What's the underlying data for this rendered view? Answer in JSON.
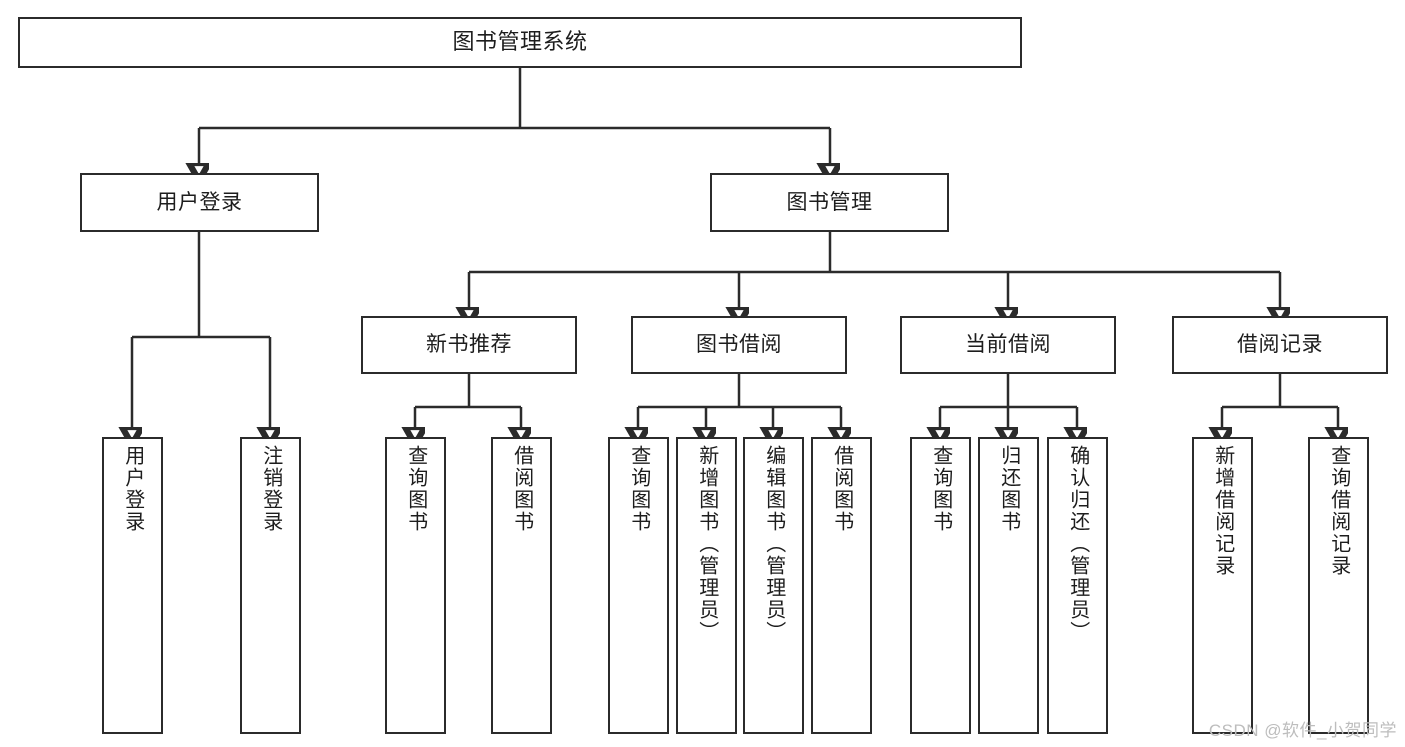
{
  "diagram": {
    "title": "图书管理系统",
    "type": "tree",
    "watermark": "CSDN @软件_小贺同学",
    "root": {
      "id": "root",
      "label": "图书管理系统"
    },
    "level1": [
      {
        "id": "user-login",
        "label": "用户登录"
      },
      {
        "id": "book-manage",
        "label": "图书管理"
      }
    ],
    "level2": [
      {
        "id": "new-book-recommend",
        "label": "新书推荐",
        "parent": "book-manage"
      },
      {
        "id": "book-borrow",
        "label": "图书借阅",
        "parent": "book-manage"
      },
      {
        "id": "current-borrow",
        "label": "当前借阅",
        "parent": "book-manage"
      },
      {
        "id": "borrow-record",
        "label": "借阅记录",
        "parent": "book-manage"
      }
    ],
    "leaves": [
      {
        "id": "leaf-user-login",
        "label": "用户登录",
        "parent": "user-login"
      },
      {
        "id": "leaf-logout-login",
        "label": "注销登录",
        "parent": "user-login"
      },
      {
        "id": "leaf-query-book-1",
        "label": "查询图书",
        "parent": "new-book-recommend"
      },
      {
        "id": "leaf-borrow-book-1",
        "label": "借阅图书",
        "parent": "new-book-recommend"
      },
      {
        "id": "leaf-query-book-2",
        "label": "查询图书",
        "parent": "book-borrow"
      },
      {
        "id": "leaf-add-book",
        "label": "新增图书（管理员）",
        "parent": "book-borrow"
      },
      {
        "id": "leaf-edit-book",
        "label": "编辑图书（管理员）",
        "parent": "book-borrow"
      },
      {
        "id": "leaf-borrow-book-2",
        "label": "借阅图书",
        "parent": "book-borrow"
      },
      {
        "id": "leaf-query-book-3",
        "label": "查询图书",
        "parent": "current-borrow"
      },
      {
        "id": "leaf-return-book",
        "label": "归还图书",
        "parent": "current-borrow"
      },
      {
        "id": "leaf-confirm-return",
        "label": "确认归还（管理员）",
        "parent": "current-borrow"
      },
      {
        "id": "leaf-add-record",
        "label": "新增借阅记录",
        "parent": "borrow-record"
      },
      {
        "id": "leaf-query-record",
        "label": "查询借阅记录",
        "parent": "borrow-record"
      }
    ],
    "colors": {
      "stroke": "#2b2b2b",
      "fill": "#ffffff",
      "text": "#1d1d1d",
      "watermark": "#bdbdbd"
    }
  }
}
